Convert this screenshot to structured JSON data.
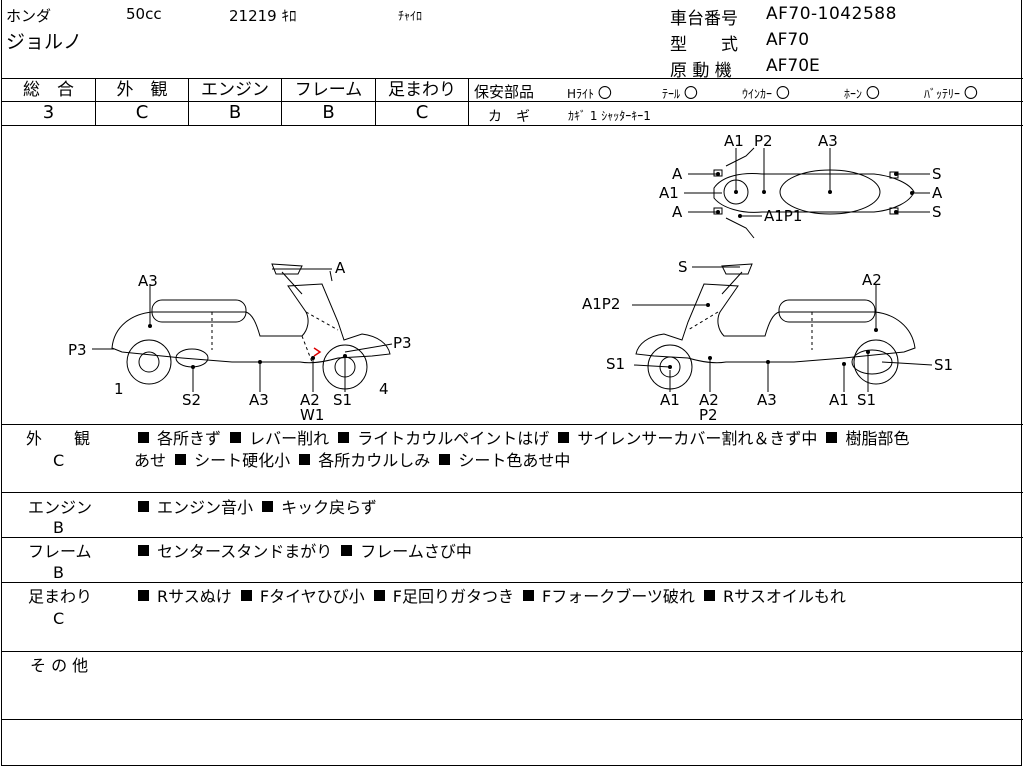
{
  "header": {
    "maker": "ホンダ",
    "displacement": "50cc",
    "mileage": "21219 ｷﾛ",
    "color": "ﾁｬｲﾛ",
    "model_name": "ジョルノ",
    "frame_no_label": "車台番号",
    "frame_no": "AF70-1042588",
    "type_label": "型　　式",
    "type_value": "AF70",
    "engine_label": "原 動 機",
    "engine_value": "AF70E"
  },
  "grades": {
    "headers": [
      "総　合",
      "外　観",
      "エンジン",
      "フレーム",
      "足まわり"
    ],
    "values": [
      "3",
      "C",
      "B",
      "B",
      "C"
    ]
  },
  "safety": {
    "label": "保安部品",
    "items": [
      {
        "name": "Hﾗｲﾄ",
        "mark": "〇"
      },
      {
        "name": "ﾃｰﾙ",
        "mark": "〇"
      },
      {
        "name": "ｳｲﾝｶｰ",
        "mark": "〇"
      },
      {
        "name": "ﾎｰﾝ",
        "mark": "〇"
      },
      {
        "name": "ﾊﾞｯﾃﾘｰ",
        "mark": "〇"
      }
    ],
    "key_label": "カ　ギ",
    "key_value": "ｶｷﾞ 1 ｼｬｯﾀｰｷｰ1"
  },
  "diagram": {
    "left": {
      "labels": [
        "A",
        "A3",
        "P3",
        "P3",
        "1",
        "4",
        "S2",
        "A3",
        "A2",
        "W1",
        "S1"
      ]
    },
    "right": {
      "labels": [
        "S",
        "A2",
        "A1P2",
        "S1",
        "S1",
        "A1",
        "A2",
        "P2",
        "A3",
        "A1",
        "S1"
      ]
    },
    "top": {
      "labels": [
        "A1",
        "P2",
        "A3",
        "A",
        "A1",
        "A",
        "A1P1",
        "S",
        "A",
        "S"
      ]
    }
  },
  "remarks": [
    {
      "label": "外　　観",
      "grade": "C",
      "line1": [
        "各所きず",
        "レバー削れ",
        "ライトカウルペイントはげ",
        "サイレンサーカバー割れ＆きず中",
        "樹脂部色"
      ],
      "line2_lead": "あせ",
      "line2": [
        "シート硬化小",
        "各所カウルしみ",
        "シート色あせ中"
      ]
    },
    {
      "label": "エンジン",
      "grade": "B",
      "line1": [
        "エンジン音小",
        "キック戻らず"
      ]
    },
    {
      "label": "フレーム",
      "grade": "B",
      "line1": [
        "センタースタンドまがり",
        "フレームさび中"
      ]
    },
    {
      "label": "足まわり",
      "grade": "C",
      "line1": [
        "Rサスぬけ",
        "Fタイヤひび小",
        "F足回りガタつき",
        "Fフォークブーツ破れ",
        "Rサスオイルもれ"
      ]
    },
    {
      "label": "そ の 他",
      "grade": "",
      "line1": []
    }
  ]
}
